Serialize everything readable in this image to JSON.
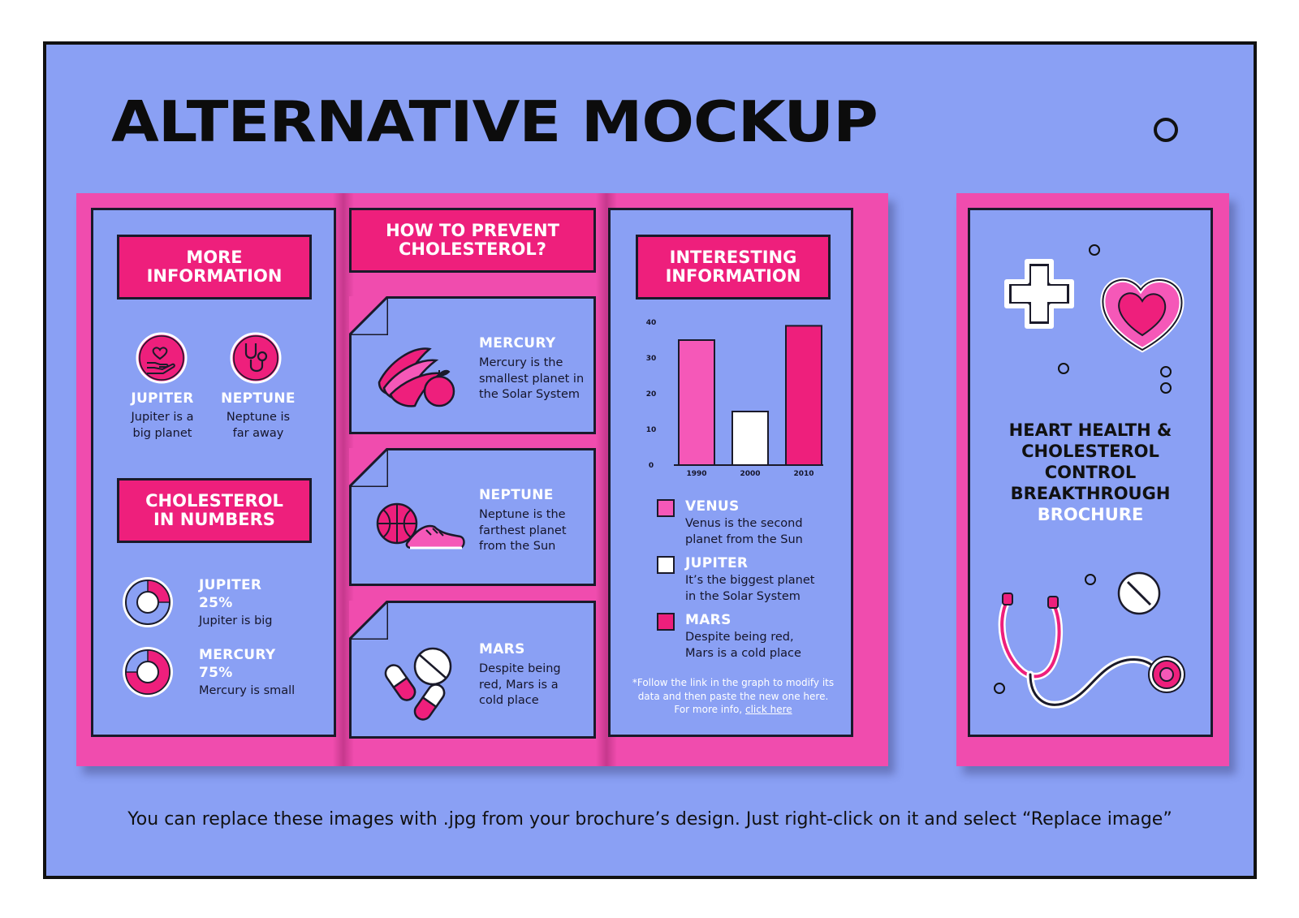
{
  "page": {
    "title": "ALTERNATIVE MOCKUP",
    "footer_note": "You can replace these images with .jpg from your brochure’s design. Just right-click on it and select “Replace image”"
  },
  "colors": {
    "background": "#8aa0f4",
    "paper": "#f04cae",
    "accent": "#ee1f7c",
    "light_pink": "#f558b8",
    "white": "#ffffff",
    "ink": "#111111"
  },
  "panel_left": {
    "heading": "MORE\nINFORMATION",
    "items": [
      {
        "icon": "heart-hand-icon",
        "title": "JUPITER",
        "text": "Jupiter is a\nbig planet"
      },
      {
        "icon": "stethoscope-icon",
        "title": "NEPTUNE",
        "text": "Neptune is\nfar away"
      }
    ],
    "numbers_heading": "CHOLESTEROL\nIN NUMBERS",
    "stats": [
      {
        "title": "JUPITER",
        "percent_label": "25%",
        "percent": 25,
        "text": "Jupiter is big"
      },
      {
        "title": "MERCURY",
        "percent_label": "75%",
        "percent": 75,
        "text": "Mercury is small"
      }
    ]
  },
  "panel_middle": {
    "heading": "HOW TO PREVENT\nCHOLESTEROL?",
    "cards": [
      {
        "icon": "banana-apple-icon",
        "title": "MERCURY",
        "text": "Mercury is  the\nsmallest planet in\nthe Solar System"
      },
      {
        "icon": "basketball-sneaker-icon",
        "title": "NEPTUNE",
        "text": "Neptune is the\nfarthest planet\nfrom the Sun"
      },
      {
        "icon": "pills-icon",
        "title": "MARS",
        "text": "Despite being\nred, Mars is a\ncold place"
      }
    ]
  },
  "panel_right": {
    "heading": "INTERESTING\nINFORMATION",
    "legend": [
      {
        "color": "#f558b8",
        "title": "VENUS",
        "text": "Venus is the second\nplanet from the Sun"
      },
      {
        "color": "#ffffff",
        "title": "JUPITER",
        "text": "It’s the biggest planet\nin the Solar System"
      },
      {
        "color": "#ee1f7c",
        "title": "MARS",
        "text": "Despite being red,\nMars is a cold place"
      }
    ],
    "note_line1": "*Follow the link in the graph to modify its",
    "note_line2": "data and then paste the new one here.",
    "note_prefix": "For more info,",
    "note_link": "click here"
  },
  "chart_data": {
    "type": "bar",
    "categories": [
      "1990",
      "2000",
      "2010"
    ],
    "values": [
      35,
      15,
      39
    ],
    "colors": [
      "#f558b8",
      "#ffffff",
      "#ee1f7c"
    ],
    "yticks": [
      "0",
      "10",
      "20",
      "30",
      "40"
    ],
    "ylim": [
      0,
      40
    ],
    "grid": false
  },
  "cover": {
    "title_lines": [
      "HEART HEALTH &",
      "CHOLESTEROL",
      "CONTROL",
      "BREAKTHROUGH"
    ],
    "title_highlight": "BROCHURE",
    "icons": [
      "plus-icon",
      "heart-icon",
      "stethoscope-icon",
      "pill-icon"
    ]
  }
}
